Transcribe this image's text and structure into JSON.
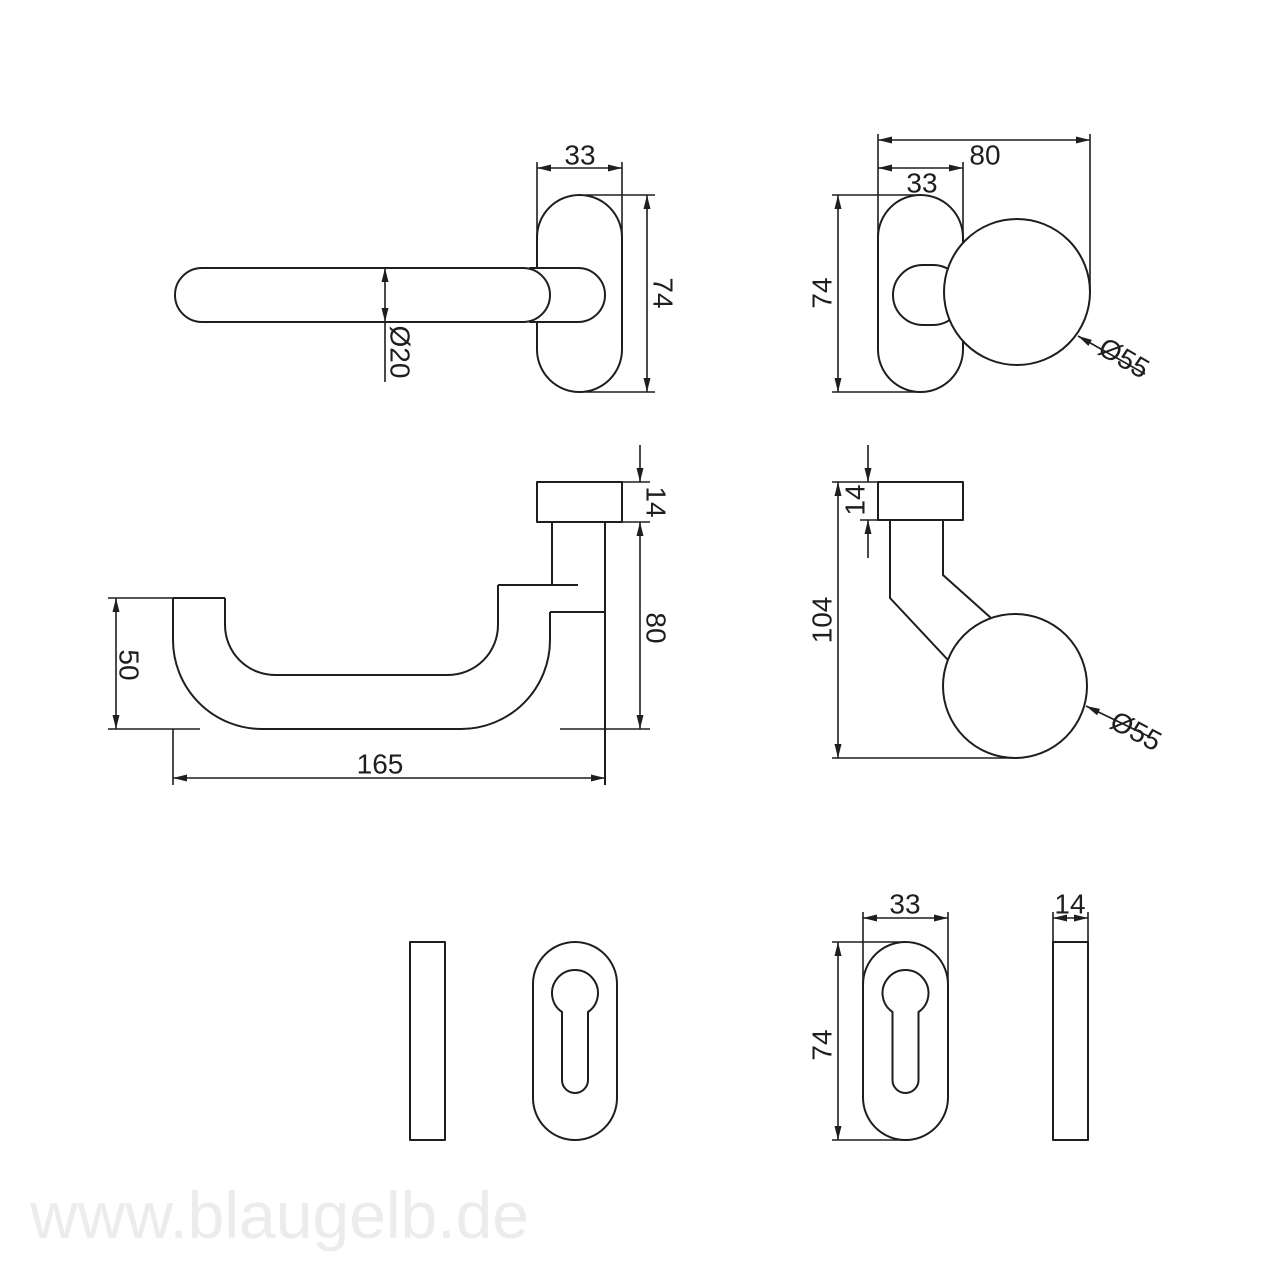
{
  "watermark": "www.blaugelb.de",
  "views": {
    "lever_top": {
      "width": "33",
      "height": "74",
      "diameter": "Ø20"
    },
    "knob_top": {
      "overall_width": "80",
      "rosette_width": "33",
      "height": "74",
      "diameter": "Ø55"
    },
    "lever_side": {
      "rosette_thickness": "14",
      "height": "80",
      "drop": "50",
      "length": "165"
    },
    "knob_side": {
      "rosette_thickness": "14",
      "height": "104",
      "diameter": "Ø55"
    },
    "escutcheon_front": {
      "width": "33",
      "height": "74"
    },
    "escutcheon_side": {
      "thickness": "14"
    }
  },
  "colors": {
    "line": "#1e1e1e",
    "watermark": "#ececec",
    "background": "#ffffff"
  }
}
